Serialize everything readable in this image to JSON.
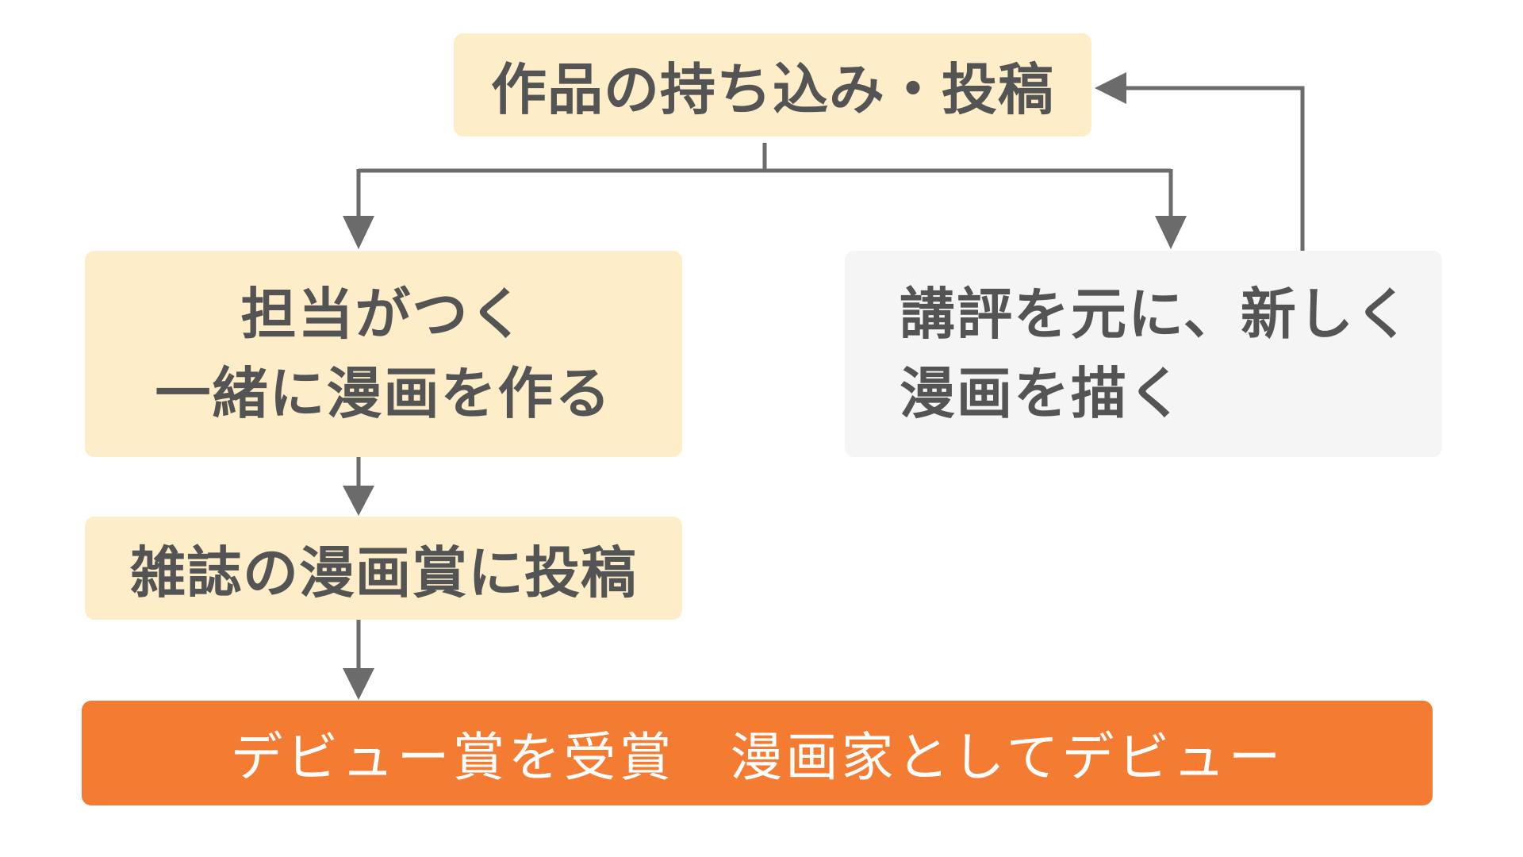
{
  "flow": {
    "submit": {
      "label": "作品の持ち込み・投稿"
    },
    "editor": {
      "line1": "担当がつく",
      "line2": "一緒に漫画を作る"
    },
    "critique": {
      "line1": "講評を元に、新しく",
      "line2": "漫画を描く"
    },
    "magazine": {
      "label": "雑誌の漫画賞に投稿"
    },
    "debut": {
      "label": "デビュー賞を受賞　漫画家としてデビュー"
    }
  },
  "colors": {
    "box_fill": "#fdedc9",
    "critique_fill": "#f5f5f5",
    "final_fill": "#f47c32",
    "arrow": "#6b6b6b",
    "text": "#545454"
  }
}
